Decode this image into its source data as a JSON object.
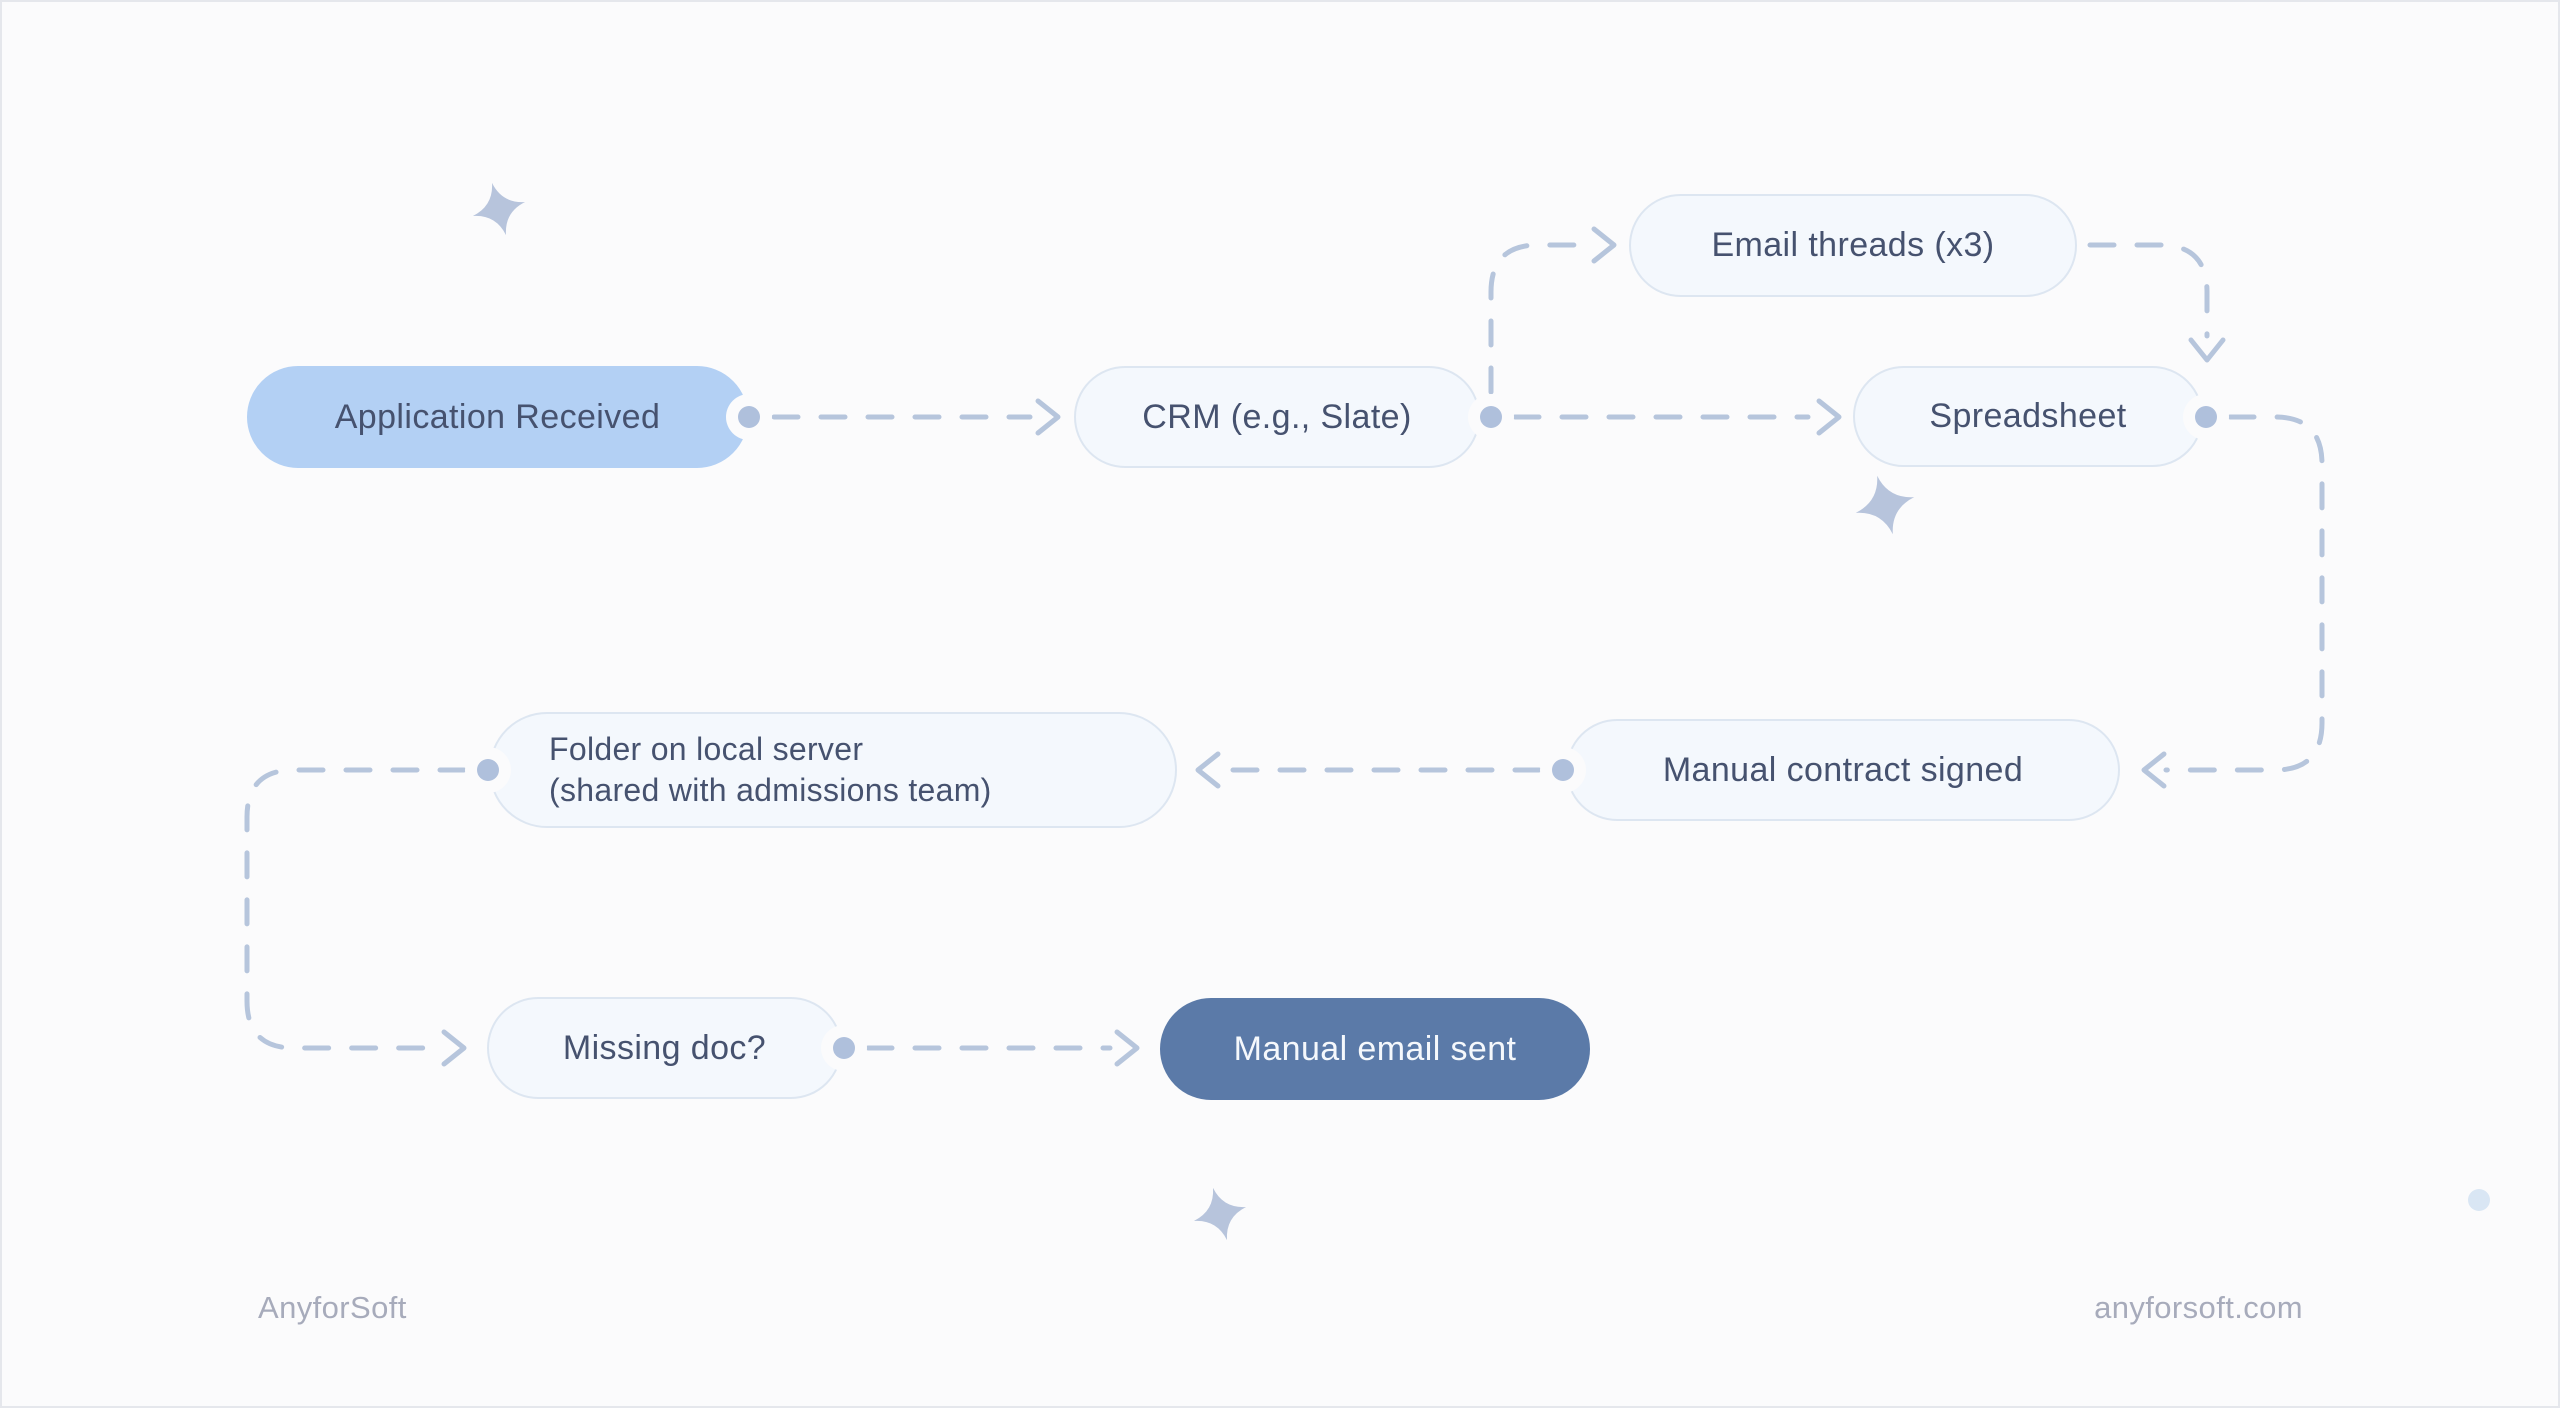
{
  "diagram": {
    "title_hint": "manual admissions workflow flowchart",
    "nodes": {
      "app_received": {
        "label": "Application Received"
      },
      "crm": {
        "label": "CRM (e.g., Slate)"
      },
      "email_threads": {
        "label": "Email threads (x3)"
      },
      "spreadsheet": {
        "label": "Spreadsheet"
      },
      "manual_contract": {
        "label": "Manual contract signed"
      },
      "folder": {
        "line1": "Folder on local server",
        "line2": "(shared with admissions team)"
      },
      "missing_doc": {
        "label": "Missing doc?"
      },
      "manual_email": {
        "label": "Manual email sent"
      }
    },
    "edges": [
      {
        "from": "app_received",
        "to": "crm"
      },
      {
        "from": "crm",
        "to": "email_threads"
      },
      {
        "from": "crm",
        "to": "spreadsheet"
      },
      {
        "from": "email_threads",
        "to": "spreadsheet"
      },
      {
        "from": "spreadsheet",
        "to": "manual_contract"
      },
      {
        "from": "manual_contract",
        "to": "folder"
      },
      {
        "from": "folder",
        "to": "missing_doc"
      },
      {
        "from": "missing_doc",
        "to": "manual_email"
      }
    ]
  },
  "footer": {
    "brand": "AnyforSoft",
    "website": "anyforsoft.com"
  },
  "colors": {
    "background": "#fbfbfc",
    "primary_node_bg": "#b3d0f4",
    "node_bg": "#f4f8fd",
    "node_border": "#dde6f1",
    "dark_node_bg": "#5b7aa8",
    "node_text": "#46526f",
    "dark_node_text": "#f5f8fc",
    "connector": "#b6c5dc",
    "sparkle": "#b7c4dc",
    "corner_dot": "#d9e6f4",
    "footer_text": "#a7abbb"
  }
}
